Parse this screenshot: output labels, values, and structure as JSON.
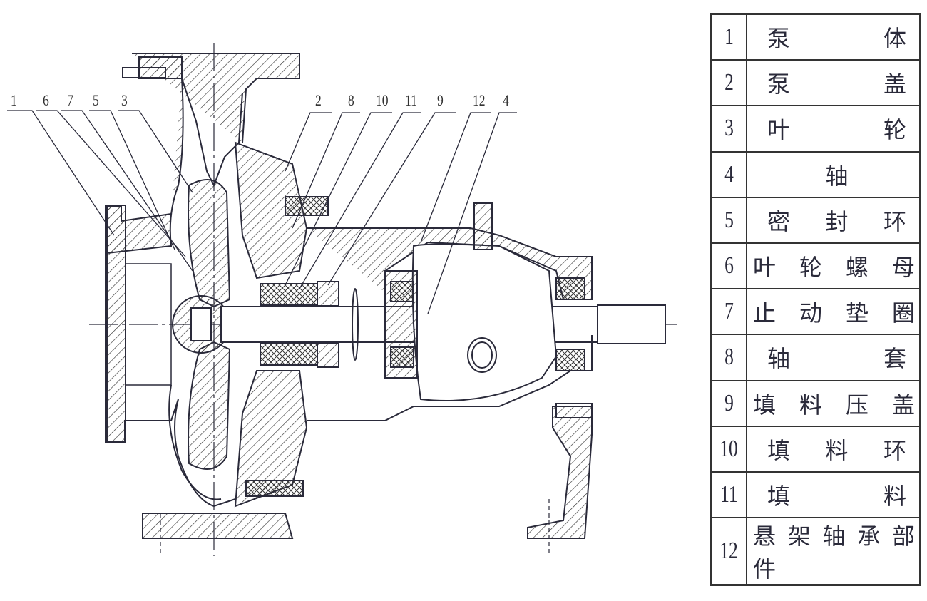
{
  "diagram": {
    "leader_labels_left": [
      "1",
      "6",
      "7",
      "5",
      "3"
    ],
    "leader_labels_right": [
      "2",
      "8",
      "10",
      "11",
      "9",
      "12",
      "4"
    ]
  },
  "parts_table": [
    {
      "no": "1",
      "name": "泵 体"
    },
    {
      "no": "2",
      "name": "泵 盖"
    },
    {
      "no": "3",
      "name": "叶 轮"
    },
    {
      "no": "4",
      "name": "轴"
    },
    {
      "no": "5",
      "name": "密 封 环"
    },
    {
      "no": "6",
      "name": "叶 轮 螺 母"
    },
    {
      "no": "7",
      "name": "止 动 垫 圈"
    },
    {
      "no": "8",
      "name": "轴 套"
    },
    {
      "no": "9",
      "name": "填 料 压 盖"
    },
    {
      "no": "10",
      "name": "填 料 环"
    },
    {
      "no": "11",
      "name": "填 料"
    },
    {
      "no": "12",
      "name": "悬 架 轴 承 部 件"
    }
  ]
}
